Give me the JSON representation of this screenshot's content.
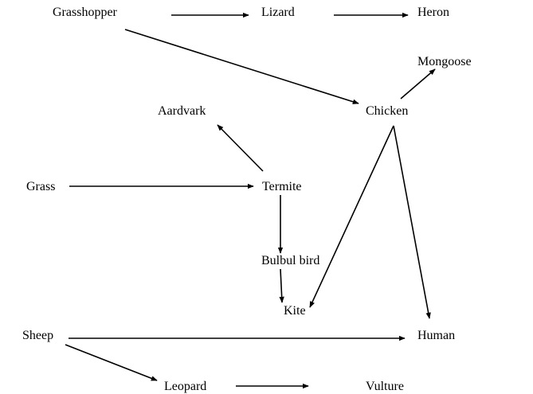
{
  "diagram": {
    "nodes": {
      "grasshopper": "Grasshopper",
      "lizard": "Lizard",
      "heron": "Heron",
      "mongoose": "Mongoose",
      "aardvark": "Aardvark",
      "chicken": "Chicken",
      "grass": "Grass",
      "termite": "Termite",
      "bulbul": "Bulbul bird",
      "kite": "Kite",
      "sheep": "Sheep",
      "human": "Human",
      "leopard": "Leopard",
      "vulture": "Vulture"
    },
    "edges": [
      {
        "from": "Grasshopper",
        "to": "Lizard"
      },
      {
        "from": "Lizard",
        "to": "Heron"
      },
      {
        "from": "Grasshopper",
        "to": "Chicken"
      },
      {
        "from": "Chicken",
        "to": "Mongoose"
      },
      {
        "from": "Termite",
        "to": "Aardvark"
      },
      {
        "from": "Grass",
        "to": "Termite"
      },
      {
        "from": "Termite",
        "to": "Bulbul bird"
      },
      {
        "from": "Bulbul bird",
        "to": "Kite"
      },
      {
        "from": "Chicken",
        "to": "Kite"
      },
      {
        "from": "Chicken",
        "to": "Human"
      },
      {
        "from": "Sheep",
        "to": "Human"
      },
      {
        "from": "Sheep",
        "to": "Leopard"
      },
      {
        "from": "Leopard",
        "to": "Vulture"
      }
    ]
  }
}
